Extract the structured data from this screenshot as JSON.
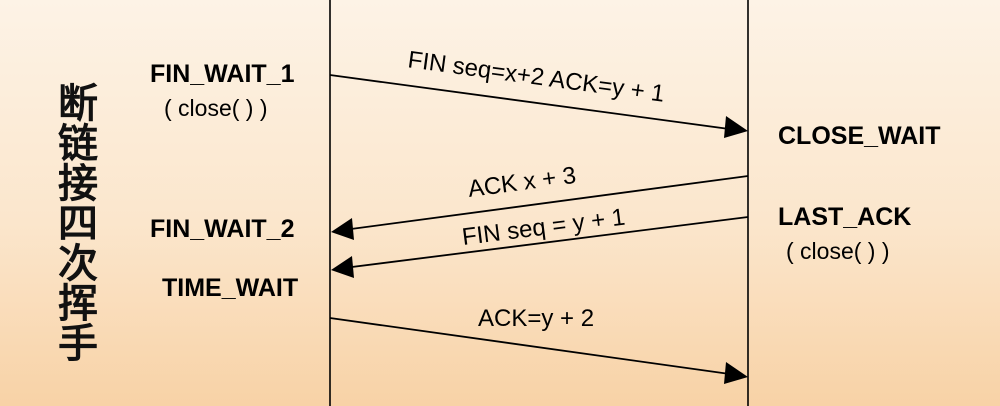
{
  "title": "断链接四次挥手",
  "client": {
    "state1": "FIN_WAIT_1",
    "state1_note": "( close( ) )",
    "state2": "FIN_WAIT_2",
    "state3": "TIME_WAIT"
  },
  "server": {
    "state1": "CLOSE_WAIT",
    "state2": "LAST_ACK",
    "state2_note": "( close( ) )"
  },
  "messages": [
    {
      "label": "FIN seq=x+2 ACK=y + 1",
      "direction": "client-to-server"
    },
    {
      "label": "ACK x + 3",
      "direction": "server-to-client"
    },
    {
      "label": "FIN seq = y + 1",
      "direction": "server-to-client"
    },
    {
      "label": "ACK=y + 2",
      "direction": "client-to-server"
    }
  ],
  "colors": {
    "background_top": "#fdf3e6",
    "background_bottom": "#f8d2a6",
    "line": "#000000"
  }
}
